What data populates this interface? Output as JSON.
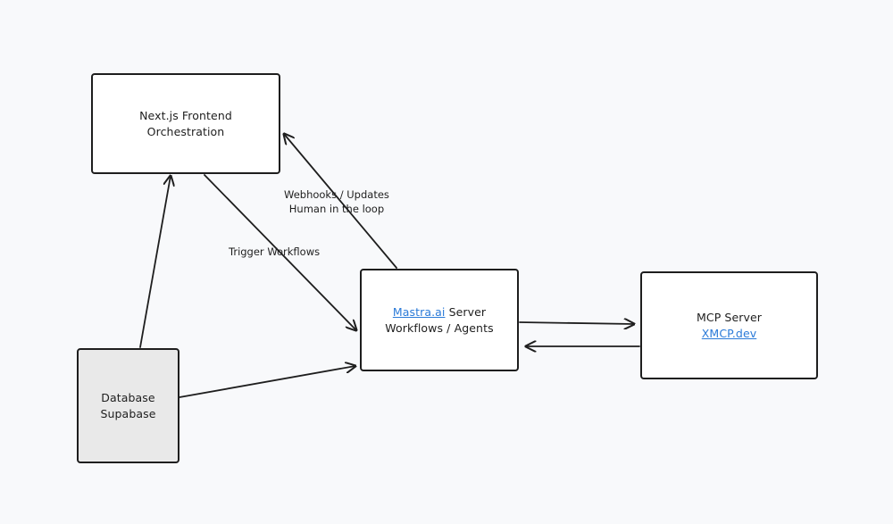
{
  "nodes": {
    "frontend": {
      "line1": "Next.js Frontend",
      "line2": "Orchestration"
    },
    "database": {
      "line1": "Database",
      "line2": "Supabase"
    },
    "mastra": {
      "link": "Mastra.ai",
      "line1_rest": " Server",
      "line2": "Workflows / Agents"
    },
    "mcp": {
      "line1": "MCP Server",
      "link": "XMCP.dev"
    }
  },
  "edge_labels": {
    "trigger": "Trigger Workflows",
    "webhooks_line1": "Webhooks / Updates",
    "webhooks_line2": "Human in the loop"
  },
  "colors": {
    "background": "#f8f9fb",
    "stroke": "#1e1e1e",
    "link": "#2a7ad8",
    "database_fill": "#e9e9e9"
  }
}
